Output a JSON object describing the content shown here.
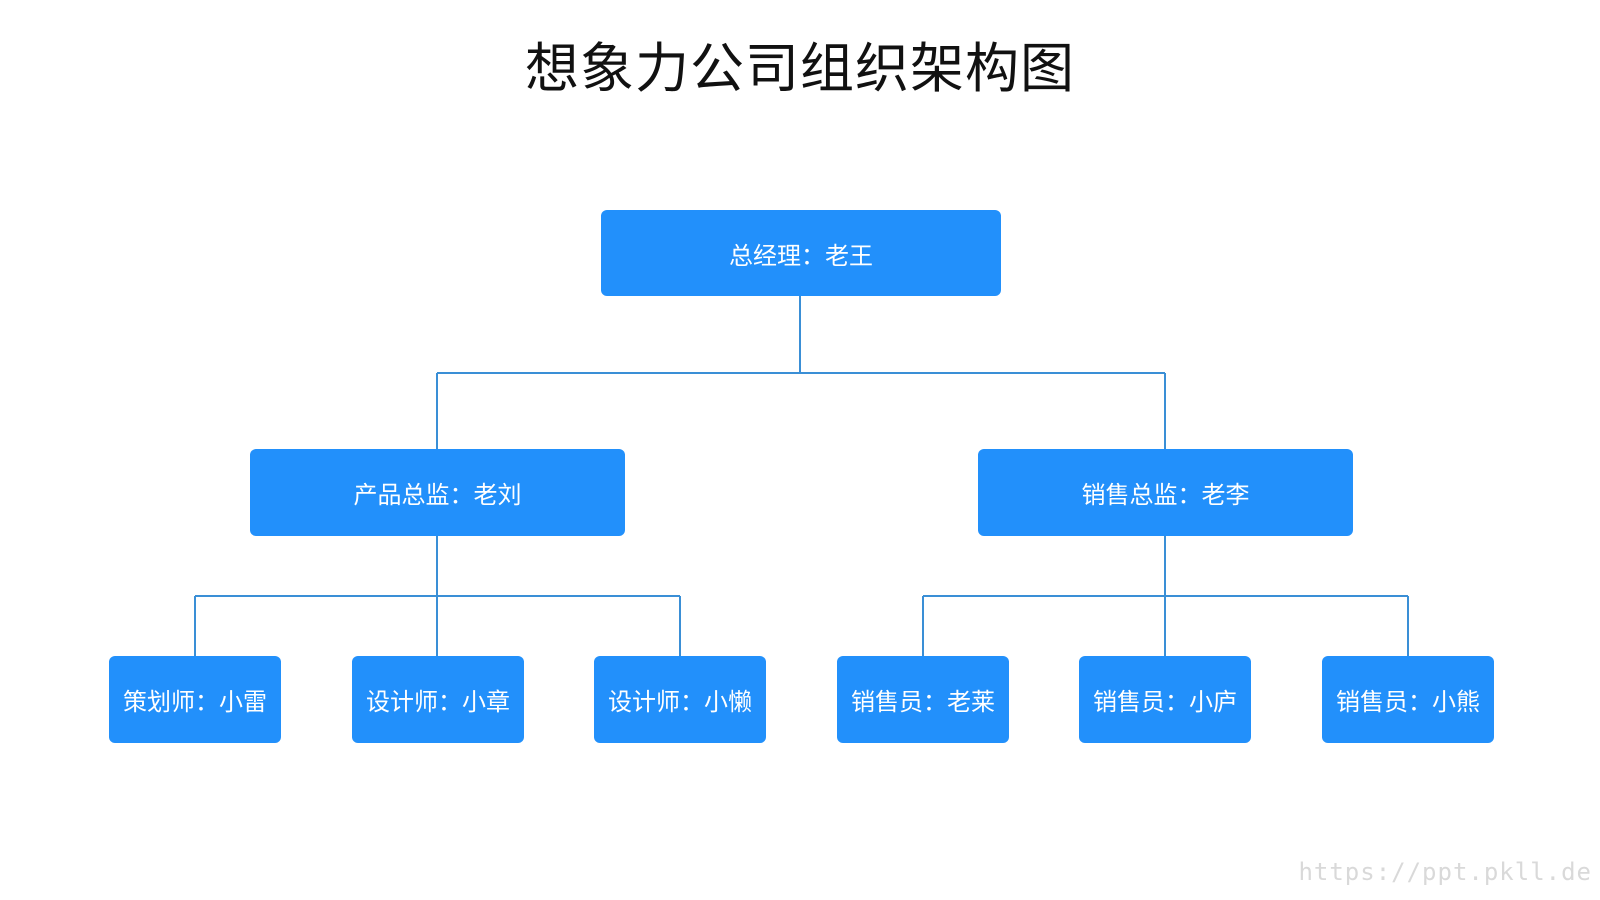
{
  "title": "想象力公司组织架构图",
  "colors": {
    "node_fill": "#2290fb",
    "connector": "#3a8fd6",
    "node_text": "#ffffff"
  },
  "nodes": {
    "ceo": "总经理：老王",
    "product_director": "产品总监：老刘",
    "sales_director": "销售总监：老李",
    "planner": "策划师：小雷",
    "designer_1": "设计师：小章",
    "designer_2": "设计师：小懒",
    "sales_1": "销售员：老莱",
    "sales_2": "销售员：小庐",
    "sales_3": "销售员：小熊"
  },
  "watermark": "https://ppt.pkll.de"
}
